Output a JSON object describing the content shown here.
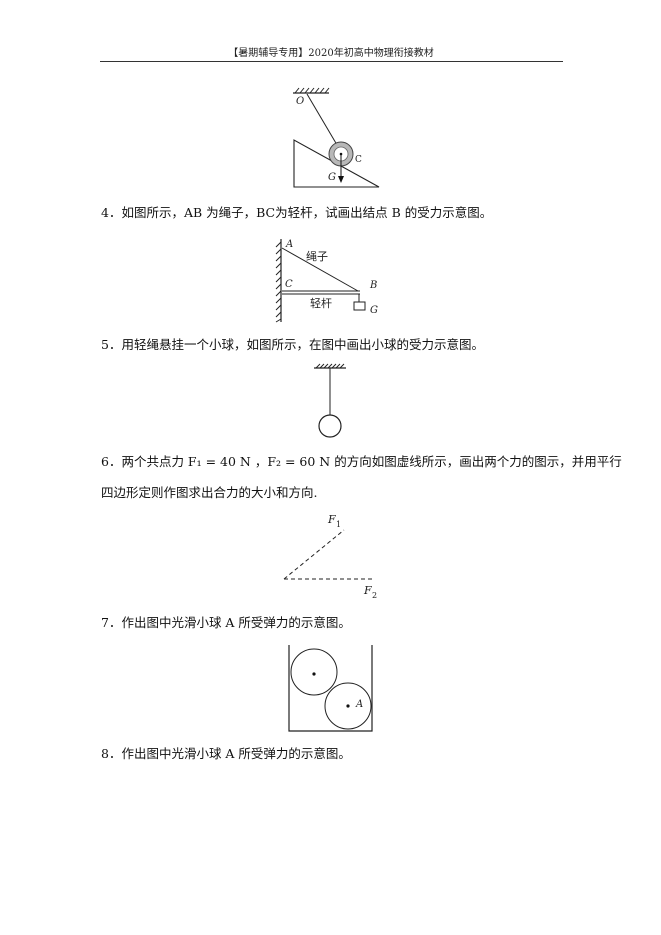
{
  "header": {
    "text": "【暑期辅导专用】2020年初高中物理衔接教材"
  },
  "figure_top": {
    "label_o": "O",
    "label_c": "C",
    "label_g": "G"
  },
  "q4": {
    "text": "4．如图所示，AB 为绳子，BC为轻杆，试画出结点 B 的受力示意图。",
    "figure": {
      "label_a": "A",
      "label_rope": "绳子",
      "label_c": "C",
      "label_b": "B",
      "label_rod": "轻杆",
      "label_g": "G"
    }
  },
  "q5": {
    "text": "5．用轻绳悬挂一个小球，如图所示，在图中画出小球的受力示意图。"
  },
  "q6": {
    "line1": "6．两个共点力 F₁ = 40 N ，F₂ = 60 N 的方向如图虚线所示，画出两个力的图示，并用平行",
    "line2": "四边形定则作图求出合力的大小和方向.",
    "figure": {
      "label_f1": "F",
      "label_f1_sub": "1",
      "label_f2": "F",
      "label_f2_sub": "2"
    }
  },
  "q7": {
    "text": "7．作出图中光滑小球 A 所受弹力的示意图。",
    "figure": {
      "label_a": "A"
    }
  },
  "q8": {
    "text": "8．作出图中光滑小球 A 所受弹力的示意图。"
  }
}
